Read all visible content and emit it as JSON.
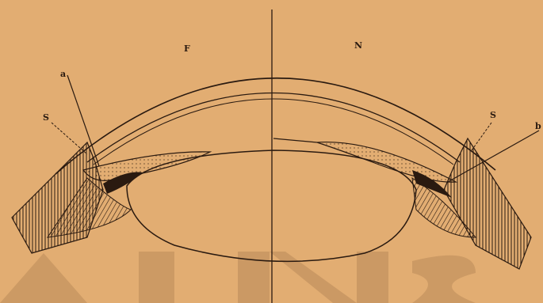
{
  "figure": {
    "labels": {
      "F": "F",
      "N": "N",
      "a": "a",
      "b": "b",
      "S_left": "S",
      "S_right": "S"
    },
    "colors": {
      "paper": "#e2ad72",
      "ink": "#2a1a10",
      "watermark": "#b98a5a"
    },
    "bottom_letters": {
      "left": "A",
      "middle": "N",
      "right": "S"
    }
  }
}
